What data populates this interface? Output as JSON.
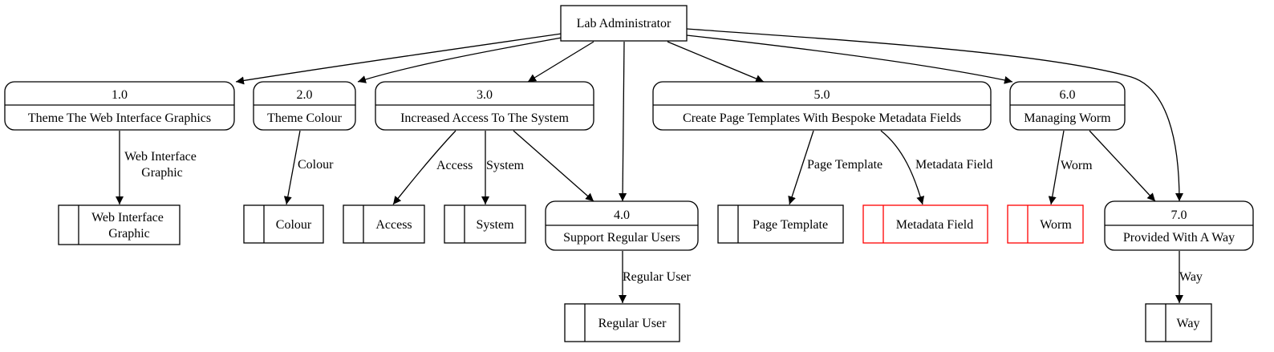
{
  "external_entity": {
    "label": "Lab Administrator"
  },
  "processes": [
    {
      "id": "p1",
      "number": "1.0",
      "label": "Theme The Web Interface Graphics"
    },
    {
      "id": "p2",
      "number": "2.0",
      "label": "Theme Colour"
    },
    {
      "id": "p3",
      "number": "3.0",
      "label": "Increased Access To The System"
    },
    {
      "id": "p4",
      "number": "4.0",
      "label": "Support Regular Users"
    },
    {
      "id": "p5",
      "number": "5.0",
      "label": "Create Page Templates With Bespoke Metadata Fields"
    },
    {
      "id": "p6",
      "number": "6.0",
      "label": "Managing Worm"
    },
    {
      "id": "p7",
      "number": "7.0",
      "label": "Provided With A Way"
    }
  ],
  "data_stores": [
    {
      "id": "s1",
      "lines": [
        "Web Interface",
        "Graphic"
      ],
      "highlight": false
    },
    {
      "id": "s2",
      "lines": [
        "Colour"
      ],
      "highlight": false
    },
    {
      "id": "s3",
      "lines": [
        "Access"
      ],
      "highlight": false
    },
    {
      "id": "s4",
      "lines": [
        "System"
      ],
      "highlight": false
    },
    {
      "id": "s5",
      "lines": [
        "Regular User"
      ],
      "highlight": false
    },
    {
      "id": "s6",
      "lines": [
        "Page Template"
      ],
      "highlight": false
    },
    {
      "id": "s7",
      "lines": [
        "Metadata Field"
      ],
      "highlight": true
    },
    {
      "id": "s8",
      "lines": [
        "Worm"
      ],
      "highlight": true
    },
    {
      "id": "s9",
      "lines": [
        "Way"
      ],
      "highlight": false
    }
  ],
  "edge_labels": {
    "p1_s1": [
      "Web Interface",
      "Graphic"
    ],
    "p2_s2": [
      "Colour"
    ],
    "p3_s3": [
      "Access"
    ],
    "p3_s4": [
      "System"
    ],
    "p4_s5": [
      "Regular User"
    ],
    "p5_s6": [
      "Page Template"
    ],
    "p5_s7": [
      "Metadata Field"
    ],
    "p6_s8": [
      "Worm"
    ],
    "p7_s9": [
      "Way"
    ]
  },
  "colors": {
    "stroke": "#000000",
    "highlight": "#ff0000"
  }
}
